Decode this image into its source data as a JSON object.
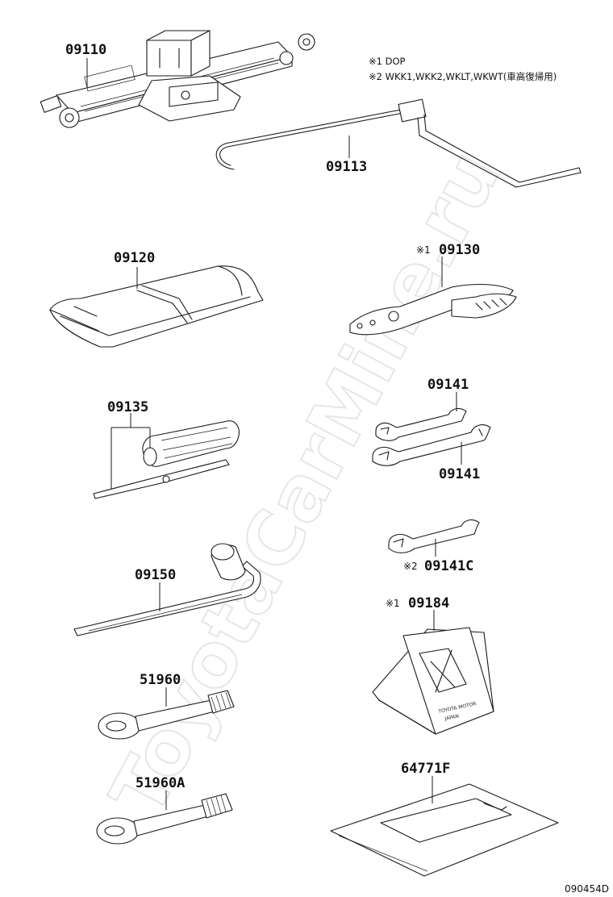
{
  "notes": {
    "n1": "※1 DOP",
    "n2": "※2 WKK1,WKK2,WKLT,WKWT(車高復帰用)"
  },
  "marks": {
    "m1": "※1",
    "m2": "※2"
  },
  "parts": {
    "p09110": "09110",
    "p09113": "09113",
    "p09120": "09120",
    "p09130": "09130",
    "p09135": "09135",
    "p09141_top": "09141",
    "p09141_bottom": "09141",
    "p09141c": "09141C",
    "p09150": "09150",
    "p09184": "09184",
    "p51960": "51960",
    "p51960a": "51960A",
    "p64771f": "64771F"
  },
  "chock_text": {
    "line1": "TOYOTA MOTOR",
    "line2": "JAPAN"
  },
  "watermark": "ToyotaCarMine.ru",
  "diagram_code": "090454D"
}
